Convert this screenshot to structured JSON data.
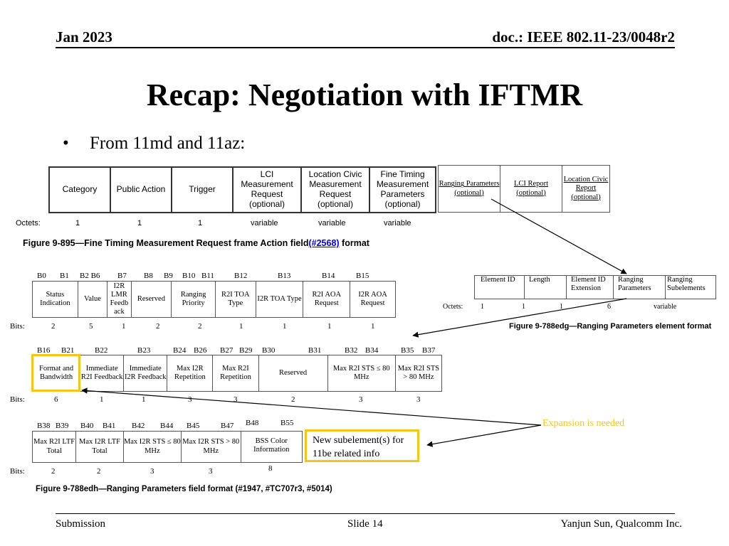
{
  "header": {
    "date": "Jan 2023",
    "doc": "doc.: IEEE 802.11-23/0048r2"
  },
  "title": "Recap: Negotiation with IFTMR",
  "bullet": {
    "symbol": "•",
    "text": "From 11md and 11az:"
  },
  "ftm_table": {
    "fields": [
      "Category",
      "Public Action",
      "Trigger",
      "LCI Measurement Request (optional)",
      "Location Civic Measurement Request (optional)",
      "Fine Timing Measurement Parameters (optional)"
    ],
    "octets_label": "Octets:",
    "octets": [
      "1",
      "1",
      "1",
      "variable",
      "variable",
      "variable"
    ],
    "caption_prefix": "Figure 9-895—Fine Timing Measurement Request frame Action field",
    "caption_link": "(#2568)",
    "caption_suffix": " format"
  },
  "subelements_table": {
    "fields": [
      "Ranging Parameters (optional)",
      "LCI Report (optional)",
      "Location Civic Report (optional)"
    ]
  },
  "rp_element": {
    "fields": [
      "Element ID",
      "Length",
      "Element ID Extension",
      "Ranging Parameters",
      "Ranging Subelements"
    ],
    "octets_label": "Octets:",
    "octets": [
      "1",
      "1",
      "1",
      "6",
      "variable"
    ],
    "caption": "Figure 9-788edg—Ranging Parameters element format"
  },
  "row1": {
    "bits_top": [
      "B0",
      "B1",
      "B2 B6",
      "B7",
      "B8",
      "B9",
      "B10",
      "B11",
      "B12",
      "B13",
      "B14",
      "B15"
    ],
    "fields": [
      "Status Indication",
      "Value",
      "I2R LMR Feedb ack",
      "Reserved",
      "Ranging Priority",
      "R2I TOA Type",
      "I2R TOA Type",
      "R2I AOA Request",
      "I2R AOA Request"
    ],
    "bits_label": "Bits:",
    "bits": [
      "2",
      "5",
      "1",
      "2",
      "2",
      "1",
      "1",
      "1",
      "1"
    ]
  },
  "row2": {
    "bits_top": [
      "B16",
      "B21",
      "B22",
      "B23",
      "B24",
      "B26",
      "B27",
      "B29",
      "B30",
      "B31",
      "B32",
      "B34",
      "B35",
      "B37"
    ],
    "fields": [
      "Format and Bandwidth",
      "Immediate R2I Feedback",
      "Immediate I2R Feedback",
      "Max I2R Repetition",
      "Max R2I Repetition",
      "Reserved",
      "Max R2I STS ≤ 80 MHz",
      "Max R2I STS > 80 MHz"
    ],
    "bits_label": "Bits:",
    "bits": [
      "6",
      "1",
      "1",
      "3",
      "3",
      "2",
      "3",
      "3"
    ]
  },
  "row3": {
    "bits_top": [
      "B38",
      "B39",
      "B40",
      "B41",
      "B42",
      "B44",
      "B45",
      "B47",
      "B48",
      "B55"
    ],
    "fields": [
      "Max R2I LTF Total",
      "Max I2R LTF Total",
      "Max I2R STS ≤ 80 MHz",
      "Max I2R STS > 80 MHz",
      "BSS Color Information"
    ],
    "bits_label": "Bits:",
    "bits": [
      "2",
      "2",
      "3",
      "3",
      "8"
    ],
    "caption": "Figure 9-788edh—Ranging Parameters field format (#1947, #TC707r3, #5014)"
  },
  "annotations": {
    "expansion": "Expansion is needed",
    "new_subelement": "New subelement(s) for 11be related info",
    "accent_color": "#f5c518"
  },
  "footer": {
    "left": "Submission",
    "center": "Slide 14",
    "right": "Yanjun Sun, Qualcomm Inc."
  }
}
